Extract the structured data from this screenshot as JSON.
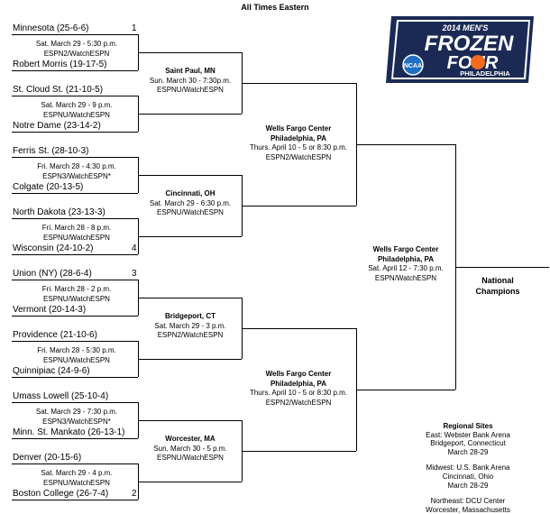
{
  "header": {
    "title": "All Times Eastern"
  },
  "logo": {
    "line1": "2014 MEN'S",
    "line2": "FROZEN",
    "line3": "FOUR",
    "line4": "PHILADELPHIA",
    "badge": "NCAA",
    "colors": {
      "navy": "#1b2a55",
      "orange": "#f26b21",
      "white": "#ffffff"
    }
  },
  "teams": [
    {
      "name": "Minnesota  (25-6-6)",
      "seed": "1"
    },
    {
      "name": "Robert Morris  (19-17-5)",
      "seed": ""
    },
    {
      "name": "St. Cloud St.  (21-10-5)",
      "seed": ""
    },
    {
      "name": "Notre Dame  (23-14-2)",
      "seed": ""
    },
    {
      "name": "Ferris St.  (28-10-3)",
      "seed": ""
    },
    {
      "name": "Colgate  (20-13-5)",
      "seed": ""
    },
    {
      "name": "North Dakota  (23-13-3)",
      "seed": ""
    },
    {
      "name": "Wisconsin  (24-10-2)",
      "seed": "4"
    },
    {
      "name": "Union (NY)  (28-6-4)",
      "seed": "3"
    },
    {
      "name": "Vermont  (20-14-3)",
      "seed": ""
    },
    {
      "name": "Providence  (21-10-6)",
      "seed": ""
    },
    {
      "name": "Quinnipiac  (24-9-6)",
      "seed": ""
    },
    {
      "name": "Umass Lowell  (25-10-4)",
      "seed": ""
    },
    {
      "name": "Minn. St. Mankato  (26-13-1)",
      "seed": ""
    },
    {
      "name": "Denver  (20-15-6)",
      "seed": ""
    },
    {
      "name": "Boston College  (26-7-4)",
      "seed": "2"
    }
  ],
  "first_round": [
    {
      "time": "Sat. March 29 - 5:30  p.m.",
      "tv": "ESPN2/WatchESPN"
    },
    {
      "time": "Sat. March 29 - 9  p.m.",
      "tv": "ESPNU/WatchESPN"
    },
    {
      "time": "Fri. March 28 - 4:30  p.m.",
      "tv": "ESPN3/WatchESPN*"
    },
    {
      "time": "Fri. March 28 - 8  p.m.",
      "tv": "ESPNU/WatchESPN"
    },
    {
      "time": "Fri. March 28 - 2  p.m.",
      "tv": "ESPNU/WatchESPN"
    },
    {
      "time": "Fri. March 28 - 5:30  p.m.",
      "tv": "ESPNU/WatchESPN"
    },
    {
      "time": "Sat. March 29 - 7:30  p.m.",
      "tv": "ESPN3/WatchESPN*"
    },
    {
      "time": "Sat. March 29 - 4  p.m.",
      "tv": "ESPNU/WatchESPN"
    }
  ],
  "regional_finals": [
    {
      "venue": "Saint Paul, MN",
      "time": "Sun. March 30 - 7:30p.m.",
      "tv": "ESPNU/WatchESPN"
    },
    {
      "venue": "Cincinnati, OH",
      "time": "Sat. March 29 - 6:30 p.m.",
      "tv": "ESPNU/WatchESPN"
    },
    {
      "venue": "Bridgeport, CT",
      "time": "Sat. March 29 - 3  p.m.",
      "tv": "ESPN2/WatchESPN"
    },
    {
      "venue": "Worcester, MA",
      "time": "Sun. March 30 - 5  p.m.",
      "tv": "ESPNU/WatchESPN"
    }
  ],
  "semifinals": [
    {
      "venue1": "Wells Fargo Center",
      "venue2": "Philadelphia, PA",
      "time": "Thurs. April 10 - 5 or 8:30 p.m.",
      "tv": "ESPN2/WatchESPN"
    },
    {
      "venue1": "Wells Fargo Center",
      "venue2": "Philadelphia, PA",
      "time": "Thurs. April 10 - 5 or 8:30 p.m.",
      "tv": "ESPN2/WatchESPN"
    }
  ],
  "final": {
    "venue1": "Wells Fargo Center",
    "venue2": "Philadelphia, PA",
    "time": "Sat. April 12 - 7:30  p.m.",
    "tv": "ESPN/WatchESPN"
  },
  "champion": {
    "line1": "National",
    "line2": "Champions"
  },
  "regional_sites": {
    "heading": "Regional Sites",
    "east1": "East:  Webster Bank Arena",
    "east2": "Bridgeport, Connecticut",
    "east3": "March 28-29",
    "midwest1": "Midwest:  U.S. Bank Arena",
    "midwest2": "Cincinnati, Ohio",
    "midwest3": "March 28-29",
    "northeast1": "Northeast:  DCU Center",
    "northeast2": "Worcester, Massachusetts"
  }
}
